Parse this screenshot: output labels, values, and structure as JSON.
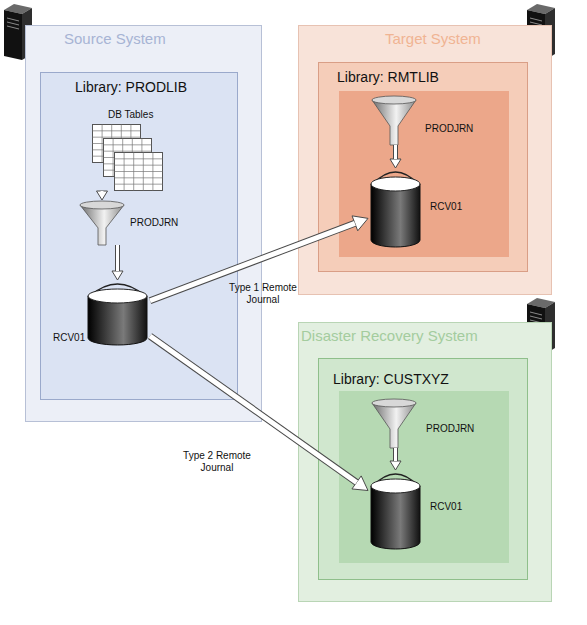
{
  "diagram": {
    "nodes": [
      {
        "text": [
          "Source System"
        ]
      },
      {
        "text": [
          "Library: PRODLIB"
        ],
        "in": 0
      },
      {
        "text": [
          "DB Tables"
        ],
        "in": 1
      },
      {
        "text": [
          "PRODJRN"
        ],
        "in": 1
      },
      {
        "text": [
          "RCV01"
        ],
        "in": 1
      },
      {
        "text": [
          "Target System"
        ]
      },
      {
        "text": [
          "Library: RMTLIB"
        ],
        "in": 5
      },
      {
        "text": [
          "PRODJRN"
        ],
        "in": 6
      },
      {
        "text": [
          "RCV01"
        ],
        "in": 6
      },
      {
        "text": [
          "Disaster Recovery System"
        ]
      },
      {
        "text": [
          "Library: CUSTXYZ"
        ],
        "in": 9
      },
      {
        "text": [
          "PRODJRN"
        ],
        "in": 10
      },
      {
        "text": [
          "RCV01"
        ],
        "in": 10
      }
    ],
    "edges": [
      {
        "from": 2,
        "to": 3,
        "arrow": "to"
      },
      {
        "from": 3,
        "to": 4,
        "arrow": "to"
      },
      {
        "from": 7,
        "to": 8,
        "arrow": "to"
      },
      {
        "from": 11,
        "to": 12,
        "arrow": "to"
      },
      {
        "from": 4,
        "to": 8,
        "label": "Type 1 Remote Journal",
        "arrow": "to"
      },
      {
        "from": 4,
        "to": 12,
        "label": "Type 2 Remote Journal",
        "arrow": "to"
      }
    ]
  }
}
